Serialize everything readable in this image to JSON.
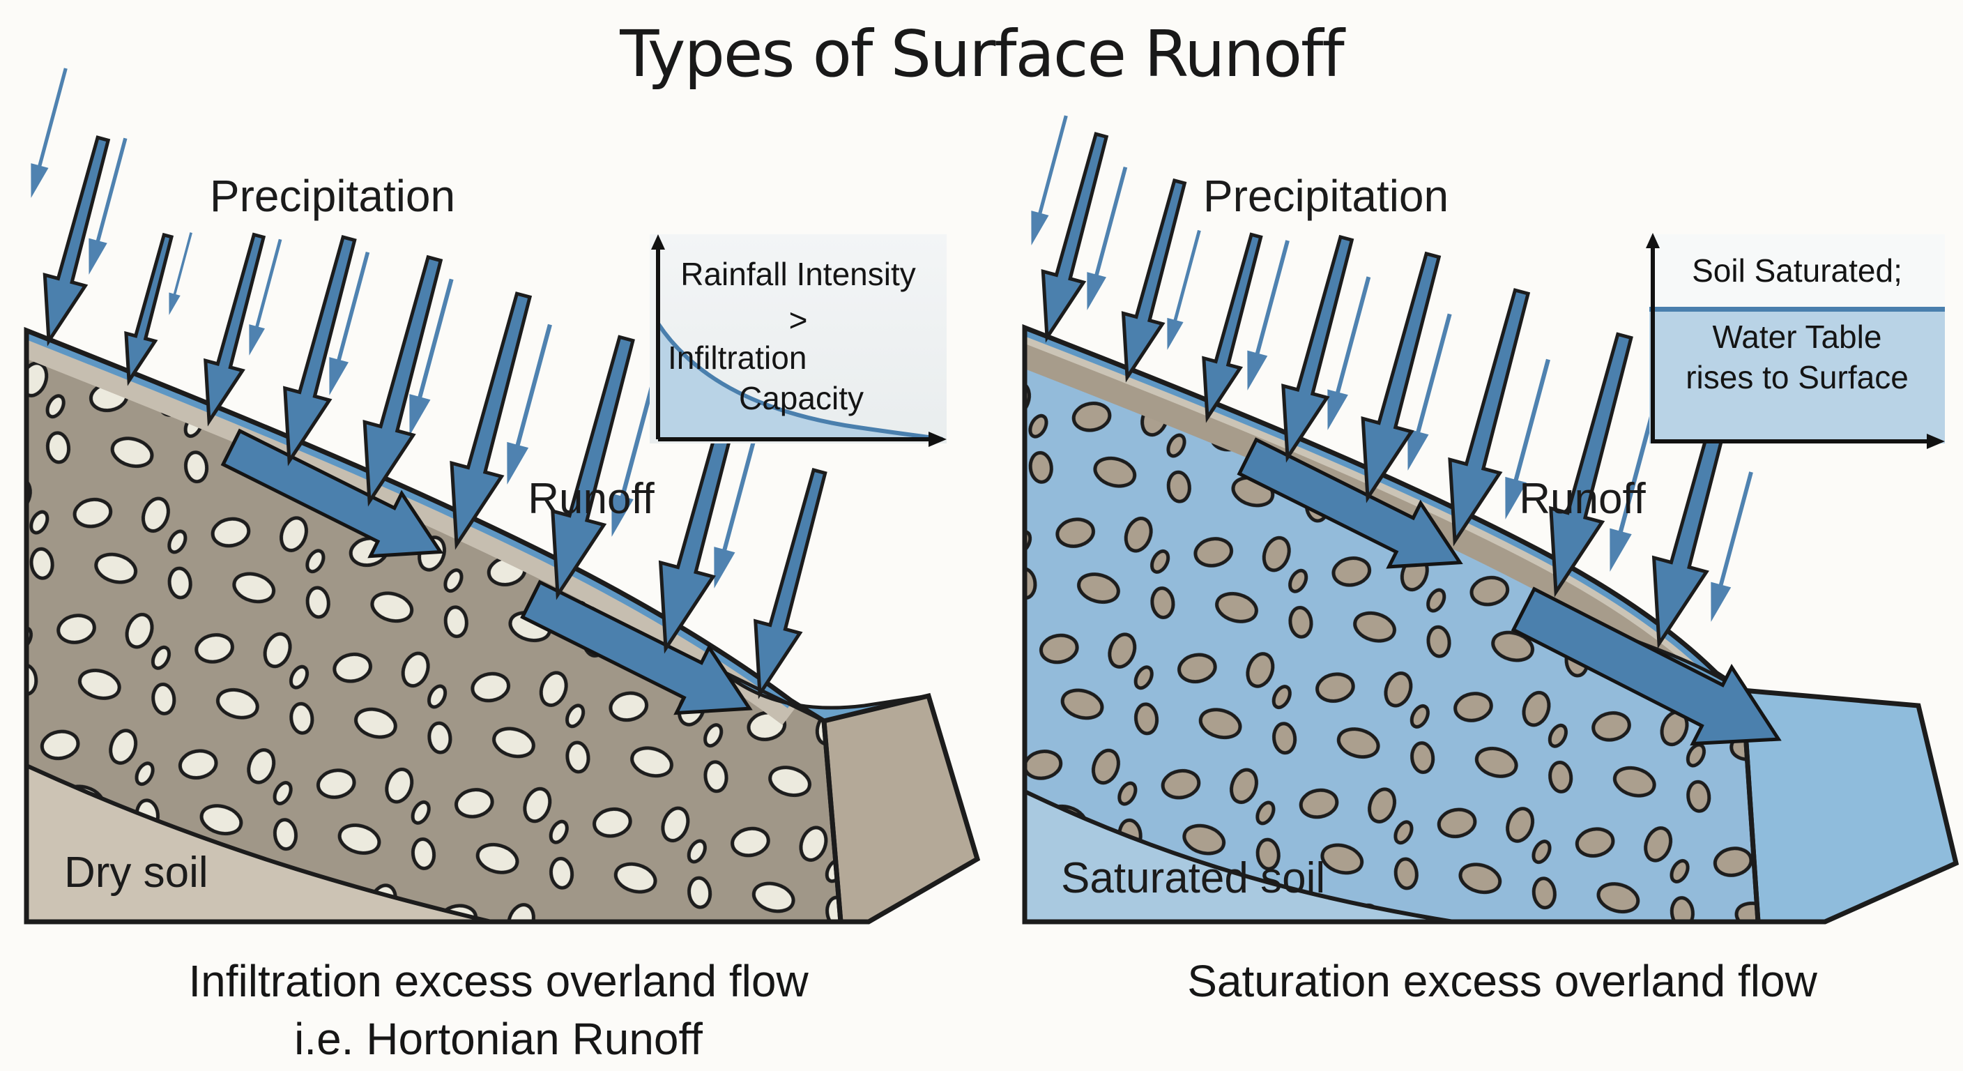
{
  "title": "Types of Surface Runoff",
  "left_panel": {
    "name": "infiltration-excess-panel",
    "precipitation_label": "Precipitation",
    "runoff_label": "Runoff",
    "soil_label": "Dry soil",
    "caption_line1": "Infiltration excess overland flow",
    "caption_line2": "i.e. Hortonian Runoff",
    "inset_graph": {
      "line1": "Rainfall Intensity",
      "line2": ">",
      "line3": "Infiltration",
      "line4": "Capacity"
    }
  },
  "right_panel": {
    "name": "saturation-excess-panel",
    "precipitation_label": "Precipitation",
    "runoff_label": "Runoff",
    "soil_label": "Saturated soil",
    "caption_line1": "Saturation excess overland flow",
    "inset_box": {
      "line1": "Soil Saturated;",
      "line2": "Water Table",
      "line3": "rises to Surface"
    }
  },
  "colors": {
    "arrow_blue": "#4b80ad",
    "thin_arrow_blue": "#4f82b0",
    "water_blue": "#5e97c4",
    "pool_blue": "#6ba2ca",
    "saturated_soil_blue": "#93bbda",
    "saturated_side_blue": "#8fbcdc",
    "dry_soil_gray": "#a09788",
    "pore_cream": "#eceade",
    "soil_blob_tan": "#ab9f8e",
    "dry_lower_tan": "#ccc3b4",
    "surface_tan": "#c6beb0",
    "inset_fill_blue": "#b9d3e6",
    "inset_line_blue": "#4a7fad",
    "outline_black": "#1c1c1c",
    "text_black": "#1b1b1b"
  }
}
